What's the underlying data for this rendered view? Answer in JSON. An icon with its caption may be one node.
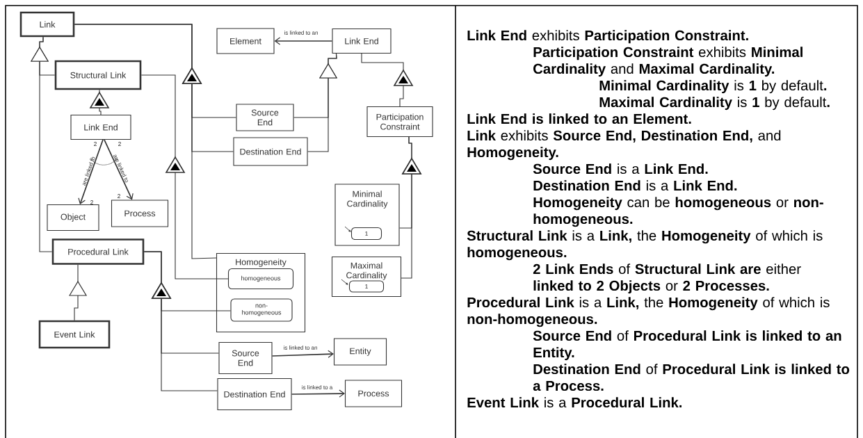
{
  "diagram": {
    "nodes": [
      {
        "text": [
          "Link"
        ]
      },
      {
        "text": [
          "Element"
        ]
      },
      {
        "text": [
          "Link End"
        ]
      },
      {
        "text": [
          "Structural Link"
        ]
      },
      {
        "text": [
          "Source End"
        ]
      },
      {
        "text": [
          "Participation Constraint"
        ]
      },
      {
        "text": [
          "Link End"
        ]
      },
      {
        "text": [
          "Destination End"
        ]
      },
      {
        "text": [
          "Process"
        ]
      },
      {
        "text": [
          "Object"
        ]
      },
      {
        "text": [
          "Minimal Cardinality"
        ]
      },
      {
        "text": [
          "1"
        ],
        "in": 10
      },
      {
        "text": [
          "Procedural Link"
        ]
      },
      {
        "text": [
          "Maximal Cardinality"
        ]
      },
      {
        "text": [
          "1"
        ],
        "in": 13
      },
      {
        "text": [
          "Homogeneity"
        ]
      },
      {
        "text": [
          "homogeneous"
        ],
        "in": 15
      },
      {
        "text": [
          "non-homogeneous"
        ],
        "in": 15
      },
      {
        "text": [
          "Event Link"
        ]
      },
      {
        "text": [
          "Source End"
        ]
      },
      {
        "text": [
          "Entity"
        ]
      },
      {
        "text": [
          "Destination End"
        ]
      },
      {
        "text": [
          "Process"
        ]
      }
    ],
    "edges": [
      {
        "from": 3,
        "to": 0,
        "arrow": "to"
      },
      {
        "from": 12,
        "to": 0,
        "arrow": "to"
      },
      {
        "from": 4,
        "to": 0,
        "arrow": "to"
      },
      {
        "from": 7,
        "to": 0,
        "arrow": "to"
      },
      {
        "from": 15,
        "to": 0,
        "arrow": "to"
      },
      {
        "from": 2,
        "to": 1,
        "arrow": "to",
        "label": "is linked to an"
      },
      {
        "from": 4,
        "to": 2,
        "arrow": "to"
      },
      {
        "from": 7,
        "to": 2,
        "arrow": "to"
      },
      {
        "from": 5,
        "to": 2,
        "arrow": "to"
      },
      {
        "from": 6,
        "to": 3,
        "arrow": "to"
      },
      {
        "from": 16,
        "to": 3,
        "arrow": "to"
      },
      {
        "from": 6,
        "to": 9,
        "arrow": "to",
        "label": "are linked to"
      },
      {
        "from": 6,
        "to": 8,
        "arrow": "to",
        "label": "are linked to"
      },
      {
        "from": 10,
        "to": 5,
        "arrow": "to"
      },
      {
        "from": 13,
        "to": 5,
        "arrow": "to"
      },
      {
        "from": 18,
        "to": 12,
        "arrow": "to"
      },
      {
        "from": 17,
        "to": 12,
        "arrow": "to"
      },
      {
        "from": 19,
        "to": 12,
        "arrow": "to"
      },
      {
        "from": 21,
        "to": 12,
        "arrow": "to"
      },
      {
        "from": 19,
        "to": 20,
        "arrow": "to",
        "label": "is linked to an"
      },
      {
        "from": 21,
        "to": 22,
        "arrow": "to",
        "label": "is linked to a"
      }
    ],
    "labels": [
      "2",
      "2",
      "2",
      "2",
      "**Link End** exhibits **Participation Constraint.**",
      "**Participation Constraint** exhibits **Minimal Cardinality** and **Maximal Cardinality.**",
      "**Minimal Cardinality** is **1** by default**.**",
      "**Maximal Cardinality** is **1** by default**.**",
      "Link End is linked to an Element.",
      "**Link** exhibits **Source End, Destination End,** and **Homogeneity.**",
      "**Source End** is a **Link End.**",
      "**Destination End** is a **Link End.**",
      "**Homogeneity** can be **homogeneous** or **non-homogeneous.**",
      "**Structural Link** is a **Link,** the **Homogeneity** of which is **homogeneous.**",
      "**2 Link Ends** of **Structural Link are** either **linked to 2 Objects** or **2 Processes.**",
      "**Procedural Link** is a **Link,** the **Homogeneity** of which is **non-homogeneous.**",
      "**Source End** of **Procedural Link is linked to an Entity.**",
      "**Destination End** of **Procedural Link is linked to a Process.**",
      "**Event Link** is a **Procedural Link.**"
    ]
  }
}
